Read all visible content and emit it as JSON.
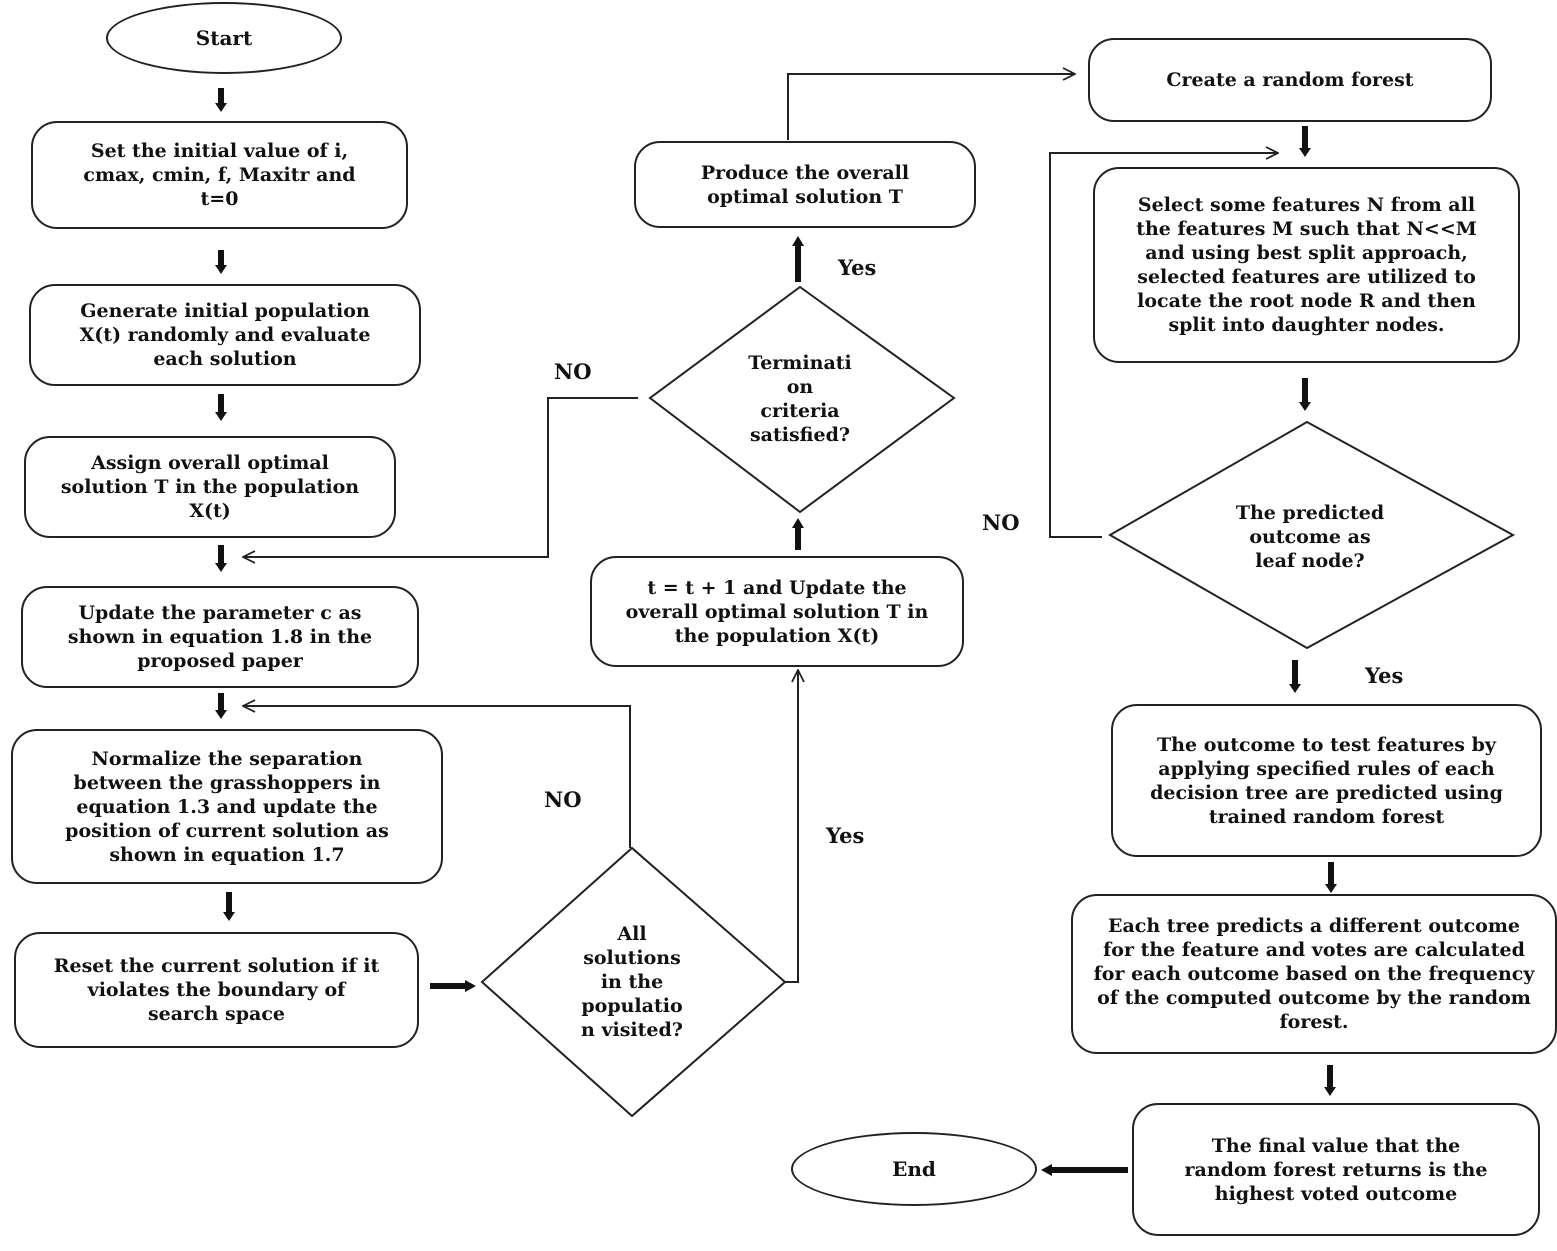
{
  "nodes": {
    "start": "Start",
    "set_initial": "Set the initial value of i,\ncmax, cmin, f, Maxitr and\nt=0",
    "generate_population": "Generate initial population\nX(t) randomly and evaluate\neach solution",
    "assign_optimal": "Assign overall optimal\nsolution T in the population\nX(t)",
    "update_parameter": "Update the parameter c as\nshown in equation 1.8 in the\nproposed paper",
    "normalize": "Normalize the separation\nbetween the grasshoppers in\nequation 1.3 and update the\nposition of current solution as\nshown in equation 1.7",
    "reset_solution": "Reset the current solution if it\nviolates the boundary of\nsearch space",
    "all_visited": "All\nsolutions\nin the\npopulatio\nn visited?",
    "update_t": "t = t + 1 and Update the\noverall optimal solution T in\nthe population X(t)",
    "termination": "Terminati\non\ncriteria\nsatisfied?",
    "produce_optimal": "Produce the overall\noptimal solution T",
    "create_forest": "Create a random forest",
    "select_features": "Select some features N from all\nthe features M such that N<<M\nand using best split approach,\nselected features are utilized to\nlocate the root node R and then\nsplit into daughter nodes.",
    "leaf_node": "The predicted\noutcome as\nleaf node?",
    "test_features": "The outcome to test features by\napplying specified rules of each\ndecision tree are predicted using\ntrained random forest",
    "tree_votes": "Each tree predicts a different outcome\nfor the feature and votes are calculated\nfor each outcome based on the frequency\nof the computed outcome by the random\nforest.",
    "final_value": "The final value that the\nrandom forest returns is the\nhighest voted outcome",
    "end": "End"
  },
  "edge_labels": {
    "termination_no": "NO",
    "termination_yes": "Yes",
    "visited_no": "NO",
    "visited_yes": "Yes",
    "leaf_no": "NO",
    "leaf_yes": "Yes"
  }
}
